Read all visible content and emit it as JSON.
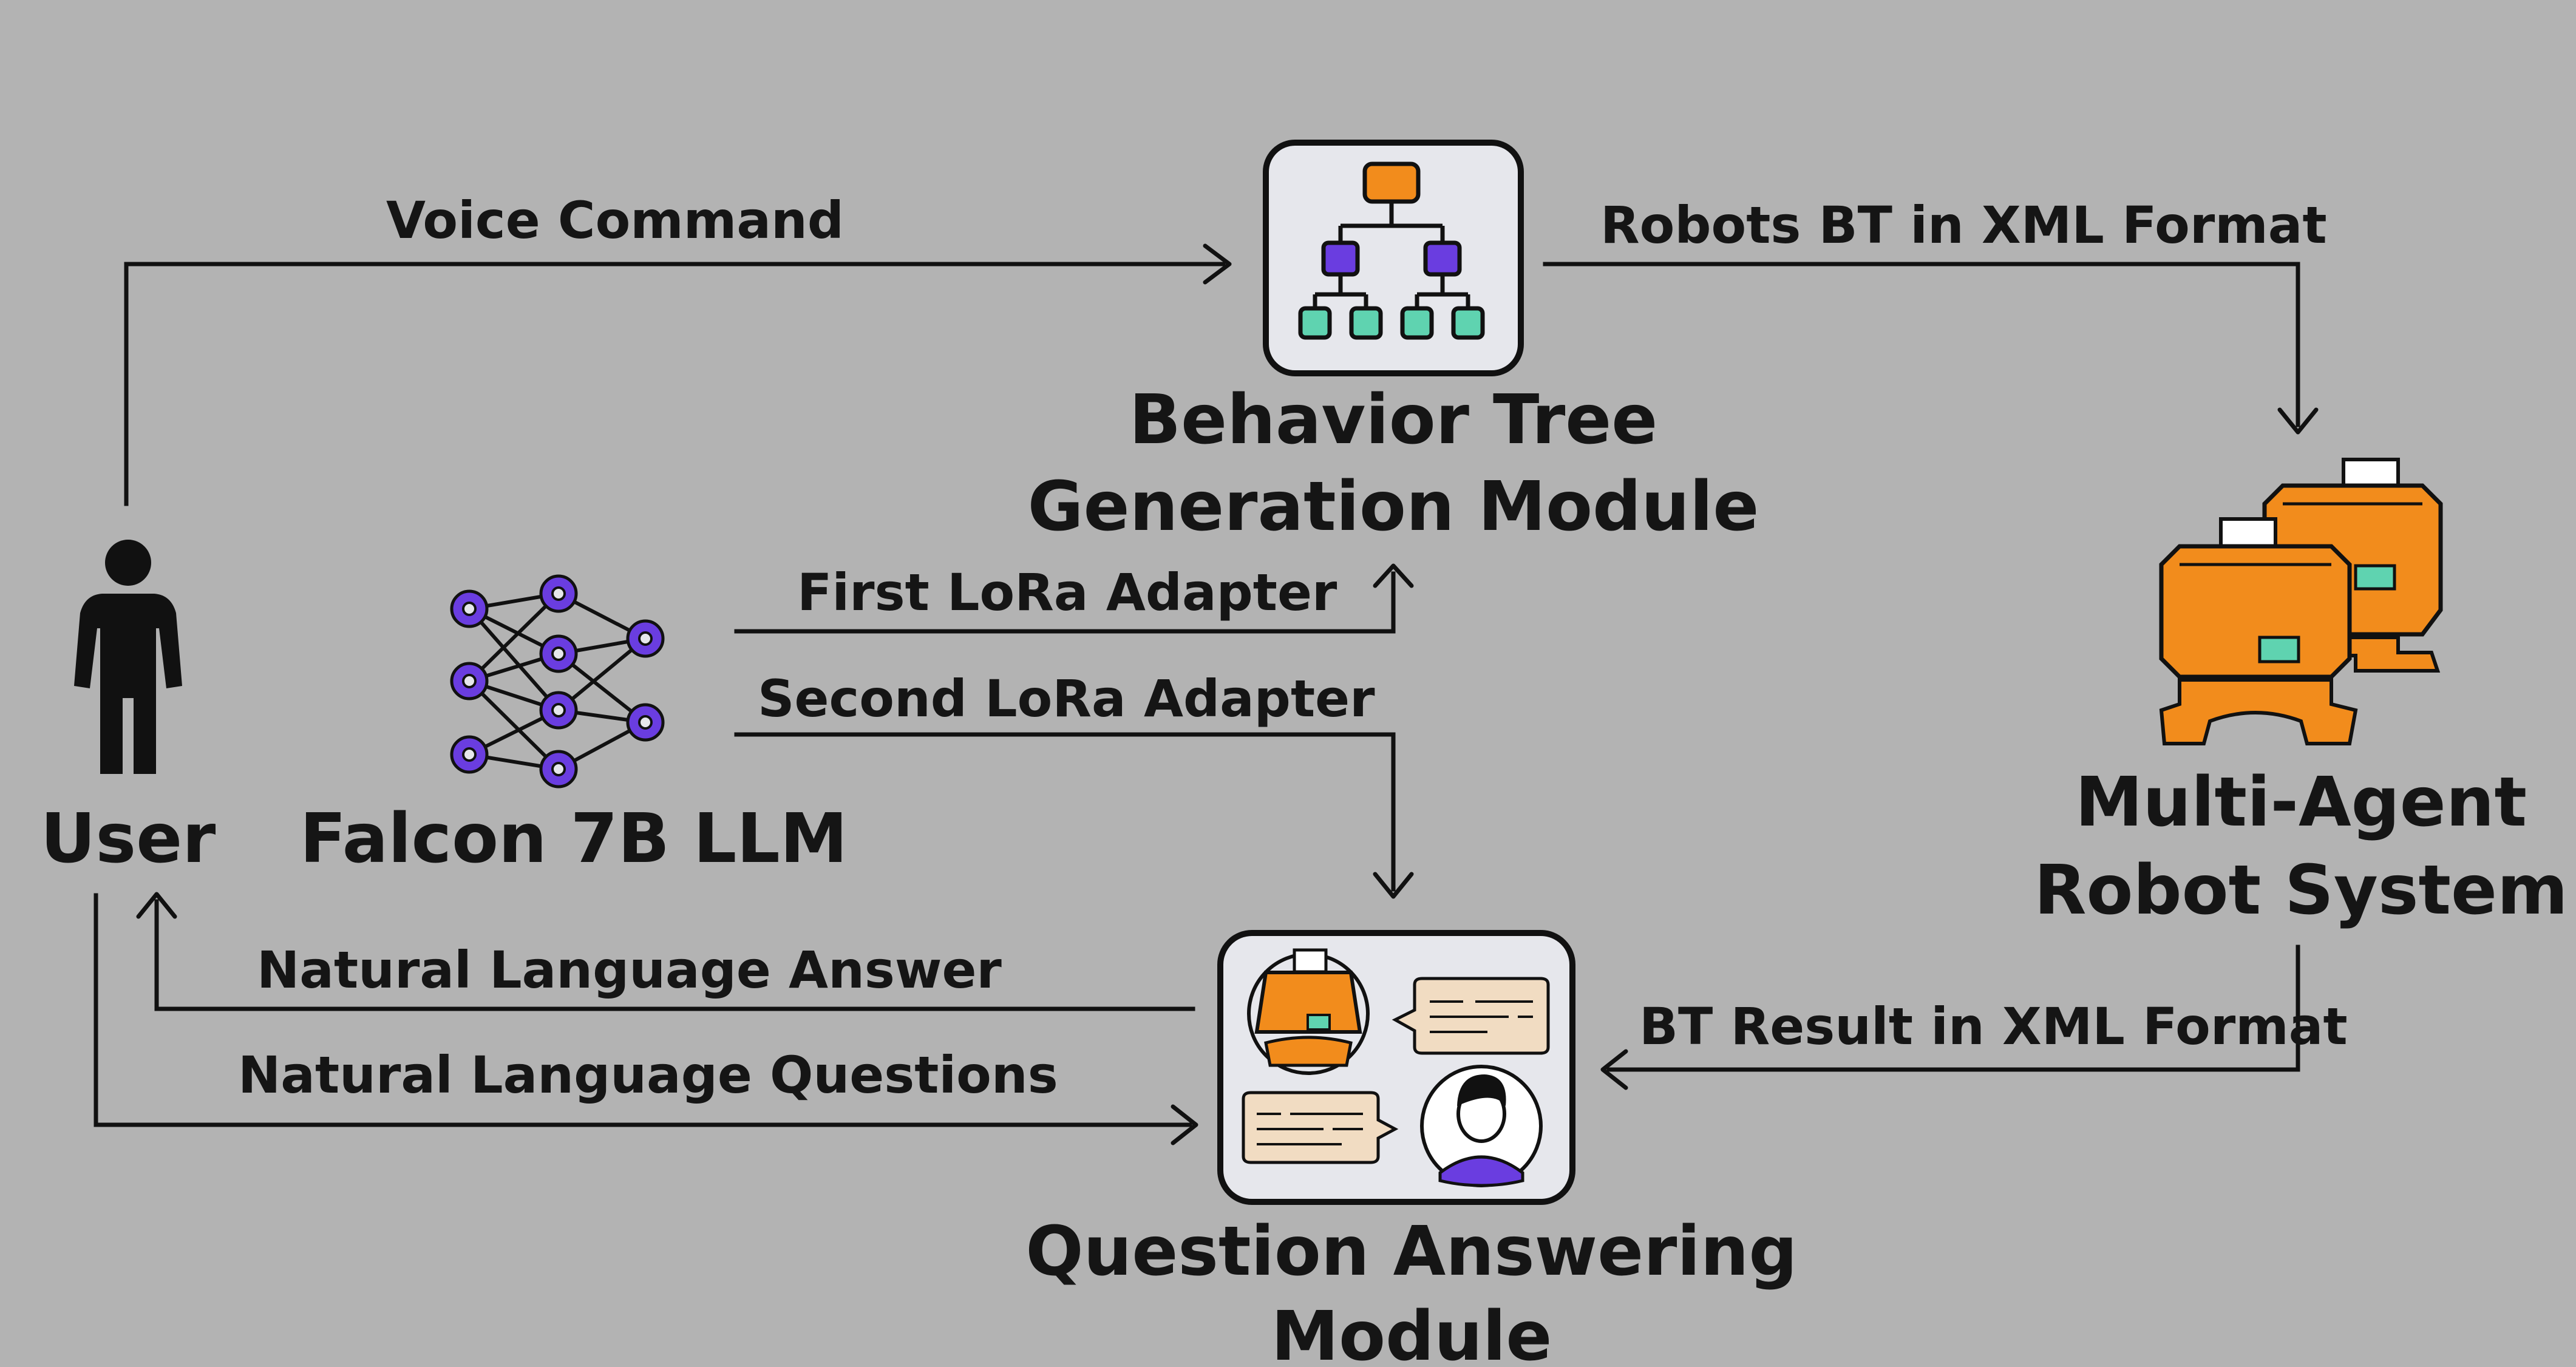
{
  "nodes": {
    "user": "User",
    "llm": "Falcon 7B LLM",
    "bt_line1": "Behavior Tree",
    "bt_line2": "Generation Module",
    "qa_line1": "Question Answering",
    "qa_line2": "Module",
    "robot_line1": "Multi-Agent",
    "robot_line2": "Robot System"
  },
  "edges": {
    "voice_command": "Voice  Command",
    "robots_bt": "Robots BT in XML Format",
    "first_lora": "First LoRa Adapter",
    "second_lora": "Second LoRa Adapter",
    "nl_answer": "Natural Language Answer",
    "nl_questions": "Natural Language Questions",
    "bt_result": "BT Result in XML Format"
  },
  "icons": {
    "user": "person-icon",
    "llm": "neural-network-icon",
    "bt": "behavior-tree-icon",
    "qa": "chat-icon",
    "robot": "robot-icon"
  },
  "colors": {
    "background": "#b3b3b3",
    "orange": "#f28c1c",
    "purple": "#6a3de0",
    "teal": "#5fd3b0",
    "panel": "#e6e7ec",
    "chat_bubble": "#f1dcc2",
    "ink": "#111111"
  }
}
